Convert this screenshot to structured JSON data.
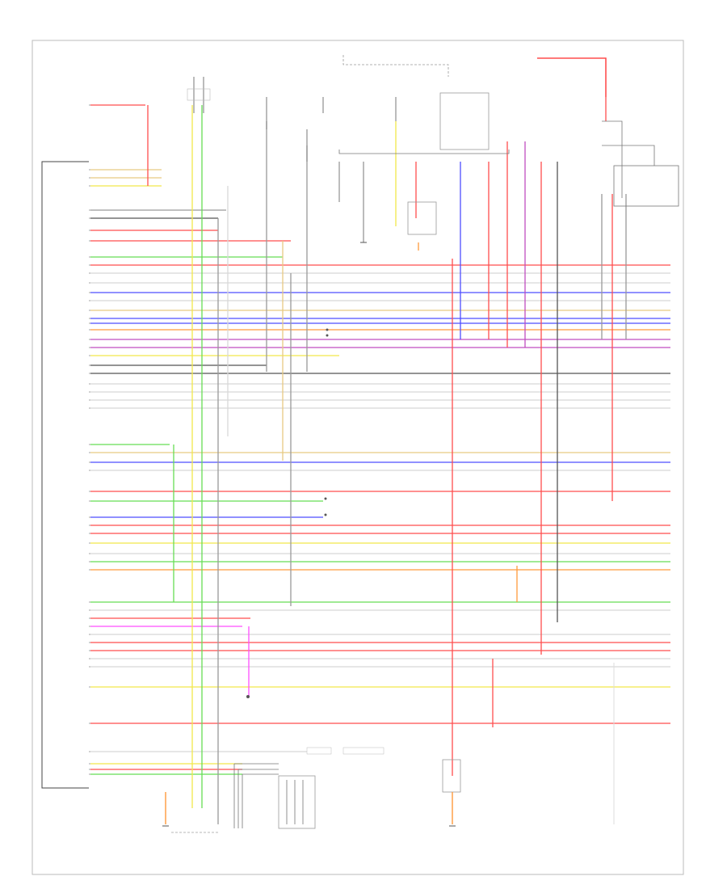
{
  "diagram": {
    "left_connector_title": "",
    "footer_code": "",
    "labels": []
  },
  "colors": {
    "red": "#ff4d4d",
    "orange": "#ff9a3c",
    "yellow": "#f2e84a",
    "green": "#66dd55",
    "blue": "#4d4dff",
    "violet": "#c04dc0",
    "pink": "#ff4dff",
    "gray": "#999999",
    "lightgray": "#d8d8d8",
    "black": "#555555",
    "tan": "#e7c982"
  },
  "icons": [
    "ground-symbol",
    "fuse-symbol",
    "relay-symbol",
    "connector-pin"
  ]
}
